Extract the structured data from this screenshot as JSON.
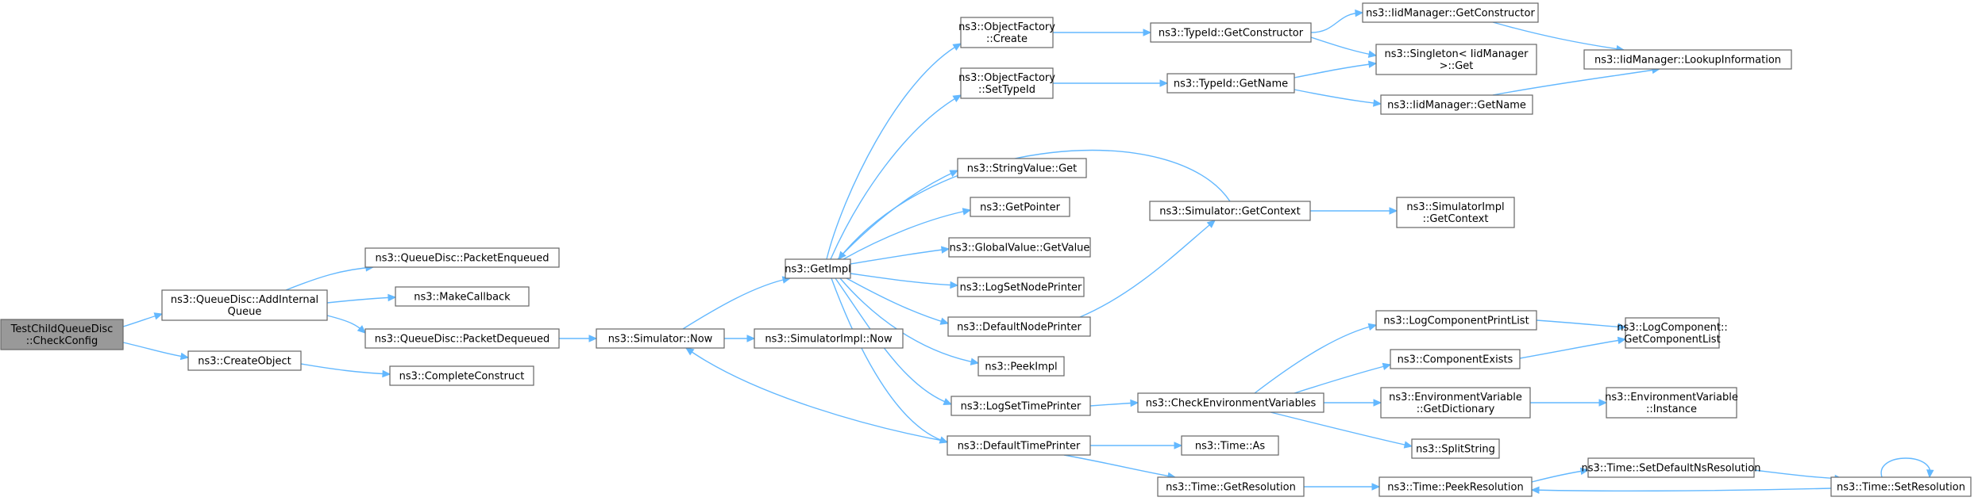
{
  "graph": {
    "colors": {
      "edge": "#63b8ff",
      "node_border": "#666666",
      "node_fill": "#ffffff",
      "root_fill": "#999999",
      "text": "#000000"
    },
    "nodes": [
      {
        "id": "root",
        "lines": [
          "TestChildQueueDisc",
          "::CheckConfig"
        ],
        "root": true
      },
      {
        "id": "addInternal",
        "lines": [
          "ns3::QueueDisc::AddInternal",
          "Queue"
        ]
      },
      {
        "id": "createObject",
        "lines": [
          "ns3::CreateObject"
        ]
      },
      {
        "id": "packetEnqueued",
        "lines": [
          "ns3::QueueDisc::PacketEnqueued"
        ]
      },
      {
        "id": "makeCallback",
        "lines": [
          "ns3::MakeCallback"
        ]
      },
      {
        "id": "packetDequeued",
        "lines": [
          "ns3::QueueDisc::PacketDequeued"
        ]
      },
      {
        "id": "completeConstruct",
        "lines": [
          "ns3::CompleteConstruct"
        ]
      },
      {
        "id": "simNow",
        "lines": [
          "ns3::Simulator::Now"
        ]
      },
      {
        "id": "simImplNow",
        "lines": [
          "ns3::SimulatorImpl::Now"
        ]
      },
      {
        "id": "getImpl",
        "lines": [
          "ns3::GetImpl"
        ]
      },
      {
        "id": "ofCreate",
        "lines": [
          "ns3::ObjectFactory",
          "::Create"
        ]
      },
      {
        "id": "ofSetTypeId",
        "lines": [
          "ns3::ObjectFactory",
          "::SetTypeId"
        ]
      },
      {
        "id": "stringValueGet",
        "lines": [
          "ns3::StringValue::Get"
        ]
      },
      {
        "id": "getPointer",
        "lines": [
          "ns3::GetPointer"
        ]
      },
      {
        "id": "gvGetValue",
        "lines": [
          "ns3::GlobalValue::GetValue"
        ]
      },
      {
        "id": "logSetNodePrinter",
        "lines": [
          "ns3::LogSetNodePrinter"
        ]
      },
      {
        "id": "defaultNodePrinter",
        "lines": [
          "ns3::DefaultNodePrinter"
        ]
      },
      {
        "id": "peekImpl",
        "lines": [
          "ns3::PeekImpl"
        ]
      },
      {
        "id": "logSetTimePrinter",
        "lines": [
          "ns3::LogSetTimePrinter"
        ]
      },
      {
        "id": "defaultTimePrinter",
        "lines": [
          "ns3::DefaultTimePrinter"
        ]
      },
      {
        "id": "typeIdGetConstructor",
        "lines": [
          "ns3::TypeId::GetConstructor"
        ]
      },
      {
        "id": "typeIdGetName",
        "lines": [
          "ns3::TypeId::GetName"
        ]
      },
      {
        "id": "simGetContext",
        "lines": [
          "ns3::Simulator::GetContext"
        ]
      },
      {
        "id": "checkEnvVars",
        "lines": [
          "ns3::CheckEnvironmentVariables"
        ]
      },
      {
        "id": "timeAs",
        "lines": [
          "ns3::Time::As"
        ]
      },
      {
        "id": "timeGetResolution",
        "lines": [
          "ns3::Time::GetResolution"
        ]
      },
      {
        "id": "iidGetConstructor",
        "lines": [
          "ns3::IidManager::GetConstructor"
        ]
      },
      {
        "id": "singletonGet",
        "lines": [
          "ns3::Singleton< IidManager",
          ">::Get"
        ]
      },
      {
        "id": "iidGetName",
        "lines": [
          "ns3::IidManager::GetName"
        ]
      },
      {
        "id": "simImplGetContext",
        "lines": [
          "ns3::SimulatorImpl",
          "::GetContext"
        ]
      },
      {
        "id": "logCompPrintList",
        "lines": [
          "ns3::LogComponentPrintList"
        ]
      },
      {
        "id": "componentExists",
        "lines": [
          "ns3::ComponentExists"
        ]
      },
      {
        "id": "envVarGetDictionary",
        "lines": [
          "ns3::EnvironmentVariable",
          "::GetDictionary"
        ]
      },
      {
        "id": "splitString",
        "lines": [
          "ns3::SplitString"
        ]
      },
      {
        "id": "timePeekResolution",
        "lines": [
          "ns3::Time::PeekResolution"
        ]
      },
      {
        "id": "iidLookupInfo",
        "lines": [
          "ns3::IidManager::LookupInformation"
        ]
      },
      {
        "id": "logCompGetList",
        "lines": [
          "ns3::LogComponent::",
          "GetComponentList"
        ]
      },
      {
        "id": "envVarInstance",
        "lines": [
          "ns3::EnvironmentVariable",
          "::Instance"
        ]
      },
      {
        "id": "timeSetDefaultNsRes",
        "lines": [
          "ns3::Time::SetDefaultNsResolution"
        ]
      },
      {
        "id": "timeSetResolution",
        "lines": [
          "ns3::Time::SetResolution"
        ]
      }
    ],
    "edges": [
      [
        "root",
        "addInternal"
      ],
      [
        "root",
        "createObject"
      ],
      [
        "addInternal",
        "packetEnqueued"
      ],
      [
        "addInternal",
        "makeCallback"
      ],
      [
        "addInternal",
        "packetDequeued"
      ],
      [
        "createObject",
        "completeConstruct"
      ],
      [
        "packetDequeued",
        "simNow"
      ],
      [
        "simNow",
        "simImplNow"
      ],
      [
        "simNow",
        "getImpl"
      ],
      [
        "getImpl",
        "ofCreate"
      ],
      [
        "getImpl",
        "ofSetTypeId"
      ],
      [
        "getImpl",
        "stringValueGet"
      ],
      [
        "getImpl",
        "getPointer"
      ],
      [
        "getImpl",
        "gvGetValue"
      ],
      [
        "getImpl",
        "logSetNodePrinter"
      ],
      [
        "getImpl",
        "defaultNodePrinter"
      ],
      [
        "getImpl",
        "peekImpl"
      ],
      [
        "getImpl",
        "logSetTimePrinter"
      ],
      [
        "getImpl",
        "defaultTimePrinter"
      ],
      [
        "ofCreate",
        "typeIdGetConstructor"
      ],
      [
        "ofSetTypeId",
        "typeIdGetName"
      ],
      [
        "simGetContext",
        "getImpl"
      ],
      [
        "defaultNodePrinter",
        "simGetContext"
      ],
      [
        "simGetContext",
        "simImplGetContext"
      ],
      [
        "defaultTimePrinter",
        "simNow"
      ],
      [
        "logSetTimePrinter",
        "checkEnvVars"
      ],
      [
        "defaultTimePrinter",
        "timeAs"
      ],
      [
        "defaultTimePrinter",
        "timeGetResolution"
      ],
      [
        "typeIdGetConstructor",
        "iidGetConstructor"
      ],
      [
        "typeIdGetConstructor",
        "singletonGet"
      ],
      [
        "typeIdGetName",
        "singletonGet"
      ],
      [
        "typeIdGetName",
        "iidGetName"
      ],
      [
        "iidGetConstructor",
        "iidLookupInfo"
      ],
      [
        "iidGetName",
        "iidLookupInfo"
      ],
      [
        "checkEnvVars",
        "logCompPrintList"
      ],
      [
        "checkEnvVars",
        "componentExists"
      ],
      [
        "checkEnvVars",
        "envVarGetDictionary"
      ],
      [
        "checkEnvVars",
        "splitString"
      ],
      [
        "logCompPrintList",
        "logCompGetList"
      ],
      [
        "componentExists",
        "logCompGetList"
      ],
      [
        "envVarGetDictionary",
        "envVarInstance"
      ],
      [
        "timeGetResolution",
        "timePeekResolution"
      ],
      [
        "timePeekResolution",
        "timeSetDefaultNsRes"
      ],
      [
        "timeSetDefaultNsRes",
        "timeSetResolution"
      ],
      [
        "timeSetResolution",
        "timePeekResolution"
      ],
      [
        "timeSetResolution",
        "timeSetResolution"
      ]
    ]
  }
}
